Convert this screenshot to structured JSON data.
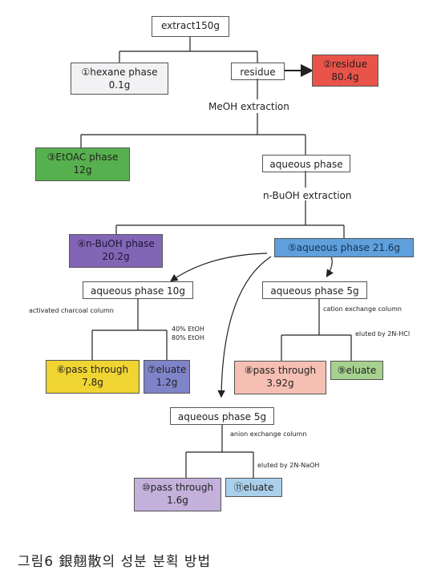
{
  "nodes": {
    "extract": {
      "name": "extract150g",
      "color": "#ffffff"
    },
    "hexane": {
      "name": "①hexane phase",
      "amount": "0.1g",
      "color": "#f2f2f4"
    },
    "residue_mid": {
      "name": "residue",
      "color": "#ffffff"
    },
    "residue2": {
      "name": "②residue",
      "amount": "80.4g",
      "color": "#e8544a"
    },
    "etoac": {
      "name": "③EtOAC phase",
      "amount": "12g",
      "color": "#57b04e"
    },
    "aqueous": {
      "name": "aqueous phase",
      "color": "#ffffff"
    },
    "buoh": {
      "name": "④n-BuOH phase",
      "amount": "20.2g",
      "color": "#8266b6"
    },
    "aq5": {
      "name": "⑤aqueous phase 21.6g",
      "color": "#5e9fdc"
    },
    "aq10": {
      "name": "aqueous phase 10g",
      "color": "#ffffff"
    },
    "aq5b": {
      "name": "aqueous phase 5g",
      "color": "#ffffff"
    },
    "pass6": {
      "name": "⑥pass through",
      "amount": "7.8g",
      "color": "#f0d431"
    },
    "eluate7": {
      "name": "⑦eluate",
      "amount": "1.2g",
      "color": "#7f83c8"
    },
    "pass8": {
      "name": "⑧pass through",
      "amount": "3.92g",
      "color": "#f6bfb3"
    },
    "eluate9": {
      "name": "⑨eluate",
      "color": "#a6d18e"
    },
    "aq5c": {
      "name": "aqueous phase 5g",
      "color": "#ffffff"
    },
    "pass10": {
      "name": "⑩pass through",
      "amount": "1.6g",
      "color": "#c3b1dc"
    },
    "eluate11": {
      "name": "⑪eluate",
      "color": "#aacfea"
    }
  },
  "labels": {
    "meoh": "MeOH extraction",
    "buoh_ext": "n-BuOH extraction",
    "charcoal": "activated charcoal column",
    "etoh40": "40% EtOH",
    "etoh80": "80% EtOH",
    "cation": "cation exchange column",
    "hcl": "eluted by 2N-HCl",
    "anion": "anion exchange column",
    "naoh": "eluted by 2N-NaOH"
  },
  "caption": "그림6 銀翹散의 성분 분획 방법"
}
